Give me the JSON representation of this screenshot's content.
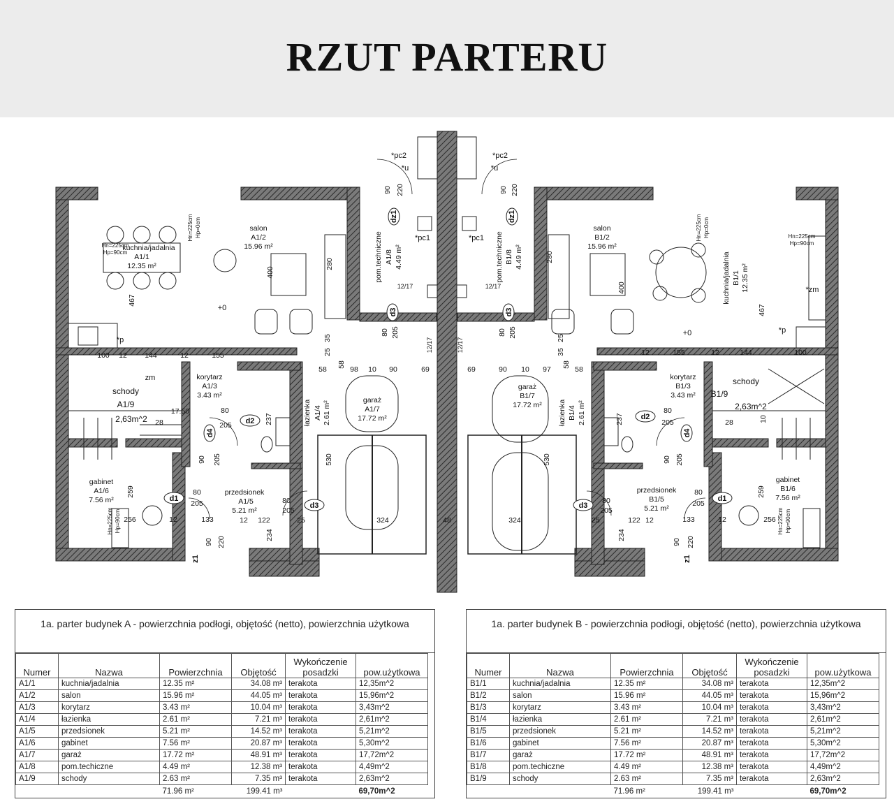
{
  "title": "RZUT PARTERU",
  "colors": {
    "wall": "#4a4a4a",
    "line": "#222222",
    "header_bg": "#ececec"
  },
  "plan": {
    "labels": {
      "pc2_l": "*pc2",
      "u_l": "*u",
      "pc2_r": "*pc2",
      "u_r": "*u",
      "pc1_l": "*pc1",
      "pc1_r": "*pc1",
      "dz1_l": "dz1",
      "dz1_r": "dz1",
      "d3_top_l": "d3",
      "d3_top_r": "d3",
      "d2_l": "d2",
      "d2_r": "d2",
      "d4_l": "d4",
      "d4_r": "d4",
      "d1_l": "d1",
      "d1_r": "d1",
      "d3_bot_l": "d3",
      "d3_bot_r": "d3",
      "z1_l": "z1",
      "z1_r": "z1",
      "p_l": "*p",
      "p_r": "*p",
      "zm_l": "zm",
      "zm_r": "*zm",
      "lvl_l": "+0",
      "lvl_r": "+0",
      "hn_l": "Hn=225cm",
      "hp_l": "Hp=90cm",
      "hn_l2": "Hn=225cm",
      "hp_l2": "Hp=0cm",
      "hn_r": "Hn=225cm",
      "hp_r": "Hp=90cm",
      "hn_r2": "Hn=225cm",
      "hp_r2": "Hp=0cm",
      "hn_g_l": "Hn=225cm",
      "hp_g_l": "Hp=90cm",
      "hn_g_r": "Hn=225cm",
      "hp_g_r": "Hp=90cm",
      "st_l": "12/17",
      "st_r": "12/17",
      "st2_l": "12/17",
      "st2_r": "12/17"
    },
    "rooms": {
      "a1_kuchnia_name": "kuchnia/jadalnia",
      "a1_kuchnia_id": "A1/1",
      "a1_kuchnia_area": "12.35 m²",
      "a1_salon_name": "salon",
      "a1_salon_id": "A1/2",
      "a1_salon_area": "15.96 m²",
      "a1_kor_name": "korytarz",
      "a1_kor_id": "A1/3",
      "a1_kor_area": "3.43 m²",
      "a1_laz_name": "łazienka",
      "a1_laz_id": "A1/4",
      "a1_laz_area": "2.61 m²",
      "a1_prz_name": "przedsionek",
      "a1_prz_id": "A1/5",
      "a1_prz_area": "5.21 m²",
      "a1_gab_name": "gabinet",
      "a1_gab_id": "A1/6",
      "a1_gab_area": "7.56 m²",
      "a1_gar_name": "garaż",
      "a1_gar_id": "A1/7",
      "a1_gar_area": "17.72 m²",
      "a1_pom_name": "pom.techniczne",
      "a1_pom_id": "A1/8",
      "a1_pom_area": "4.49 m²",
      "a1_sch_name": "schody",
      "a1_sch_id": "A1/9",
      "a1_sch_area": "2,63m^2",
      "b1_kuchnia_name": "kuchnia/jadalnia",
      "b1_kuchnia_id": "B1/1",
      "b1_kuchnia_area": "12.35 m²",
      "b1_salon_name": "salon",
      "b1_salon_id": "B1/2",
      "b1_salon_area": "15.96 m²",
      "b1_kor_name": "korytarz",
      "b1_kor_id": "B1/3",
      "b1_kor_area": "3.43 m²",
      "b1_laz_name": "łazienka",
      "b1_laz_id": "B1/4",
      "b1_laz_area": "2.61 m²",
      "b1_prz_name": "przedsionek",
      "b1_prz_id": "B1/5",
      "b1_prz_area": "5.21 m²",
      "b1_gab_name": "gabinet",
      "b1_gab_id": "B1/6",
      "b1_gab_area": "7.56 m²",
      "b1_gar_name": "garaż",
      "b1_gar_id": "B1/7",
      "b1_gar_area": "17.72 m²",
      "b1_pom_name": "pom.techniczne",
      "b1_pom_id": "B1/8",
      "b1_pom_area": "4.49 m²",
      "b1_sch_name": "schody",
      "b1_sch_id": "B1/9",
      "b1_sch_area": "2,63m^2"
    },
    "dims": {
      "d90a": "90",
      "d220a": "220",
      "d90b": "90",
      "d220b": "220",
      "d280l": "280",
      "d280r": "280",
      "d400l": "400",
      "d400r": "400",
      "d467l": "467",
      "d467r": "467",
      "d25a": "25",
      "d35a": "35",
      "d25b": "25",
      "d35b": "35",
      "d80a": "80",
      "d205a": "205",
      "d80b": "80",
      "d205b": "205",
      "r_l": [
        "100",
        "12",
        "144",
        "12",
        "155"
      ],
      "r_r": [
        "12",
        "155",
        "12",
        "144",
        "100"
      ],
      "m_l": [
        "58",
        "58",
        "98",
        "10",
        "90",
        "69"
      ],
      "m_r": [
        "69",
        "90",
        "10",
        "97",
        "58",
        "58"
      ],
      "d1750": "17.50",
      "d28l": "28",
      "d28r": "28",
      "d10r": "10",
      "d80c": "80",
      "d205c": "205",
      "d80d": "80",
      "d205d": "205",
      "d237l": "237",
      "d237r": "237",
      "d80e": "80",
      "d205e": "205",
      "d80f": "80",
      "d205f": "205",
      "d90c": "90",
      "d205g": "205",
      "d90d": "90",
      "d205h": "205",
      "d530l": "530",
      "d530r": "530",
      "d259l": "259",
      "d259r": "259",
      "d256l": "256",
      "d12l": "12",
      "d133l": "133",
      "d256r": "256",
      "d12r": "12",
      "d133r": "133",
      "d12c": "12",
      "d122l": "122",
      "d25c": "25",
      "d12e": "12",
      "d122r": "122",
      "d25d": "25",
      "d324l": "324",
      "d324r": "324",
      "d48": "48",
      "d234l": "234",
      "d234r": "234",
      "d80g": "80",
      "d80h": "80",
      "d90e": "90",
      "d220e": "220",
      "d90f": "90",
      "d220f": "220"
    }
  },
  "tables": [
    {
      "caption": "1a. parter budynek A - powierzchnia podłogi, objętość (netto), powierzchnia użytkowa",
      "headers": [
        "Numer",
        "Nazwa",
        "Powierzchnia",
        "Objętość",
        "Wykończenie posadzki",
        "pow.użytkowa"
      ],
      "rows": [
        [
          "A1/1",
          "kuchnia/jadalnia",
          "12.35 m²",
          "34.08 m³",
          "terakota",
          "12,35m^2"
        ],
        [
          "A1/2",
          "salon",
          "15.96 m²",
          "44.05 m³",
          "terakota",
          "15,96m^2"
        ],
        [
          "A1/3",
          "korytarz",
          "3.43 m²",
          "10.04 m³",
          "terakota",
          "3,43m^2"
        ],
        [
          "A1/4",
          "łazienka",
          "2.61 m²",
          "7.21 m³",
          "terakota",
          "2,61m^2"
        ],
        [
          "A1/5",
          "przedsionek",
          "5.21 m²",
          "14.52 m³",
          "terakota",
          "5,21m^2"
        ],
        [
          "A1/6",
          "gabinet",
          "7.56 m²",
          "20.87 m³",
          "terakota",
          "5,30m^2"
        ],
        [
          "A1/7",
          "garaż",
          "17.72 m²",
          "48.91 m³",
          "terakota",
          "17,72m^2"
        ],
        [
          "A1/8",
          "pom.techiczne",
          "4.49 m²",
          "12.38 m³",
          "terakota",
          "4,49m^2"
        ],
        [
          "A1/9",
          "schody",
          "2.63 m²",
          "7.35 m³",
          "terakota",
          "2,63m^2"
        ]
      ],
      "totals": [
        "",
        "",
        "71.96 m²",
        "199.41 m³",
        "",
        "69,70m^2"
      ]
    },
    {
      "caption": "1a. parter budynek B - powierzchnia podłogi, objętość (netto), powierzchnia użytkowa",
      "headers": [
        "Numer",
        "Nazwa",
        "Powierzchnia",
        "Objętość",
        "Wykończenie posadzki",
        "pow.użytkowa"
      ],
      "rows": [
        [
          "B1/1",
          "kuchnia/jadalnia",
          "12.35 m²",
          "34.08 m³",
          "terakota",
          "12,35m^2"
        ],
        [
          "B1/2",
          "salon",
          "15.96 m²",
          "44.05 m³",
          "terakota",
          "15,96m^2"
        ],
        [
          "B1/3",
          "korytarz",
          "3.43 m²",
          "10.04 m³",
          "terakota",
          "3,43m^2"
        ],
        [
          "B1/4",
          "łazienka",
          "2.61 m²",
          "7.21 m³",
          "terakota",
          "2,61m^2"
        ],
        [
          "B1/5",
          "przedsionek",
          "5.21 m²",
          "14.52 m³",
          "terakota",
          "5,21m^2"
        ],
        [
          "B1/6",
          "gabinet",
          "7.56 m²",
          "20.87 m³",
          "terakota",
          "5,30m^2"
        ],
        [
          "B1/7",
          "garaż",
          "17.72 m²",
          "48.91 m³",
          "terakota",
          "17,72m^2"
        ],
        [
          "B1/8",
          "pom.techiczne",
          "4.49 m²",
          "12.38 m³",
          "terakota",
          "4,49m^2"
        ],
        [
          "B1/9",
          "schody",
          "2.63 m²",
          "7.35 m³",
          "terakota",
          "2,63m^2"
        ]
      ],
      "totals": [
        "",
        "",
        "71.96 m²",
        "199.41 m³",
        "",
        "69,70m^2"
      ]
    }
  ]
}
